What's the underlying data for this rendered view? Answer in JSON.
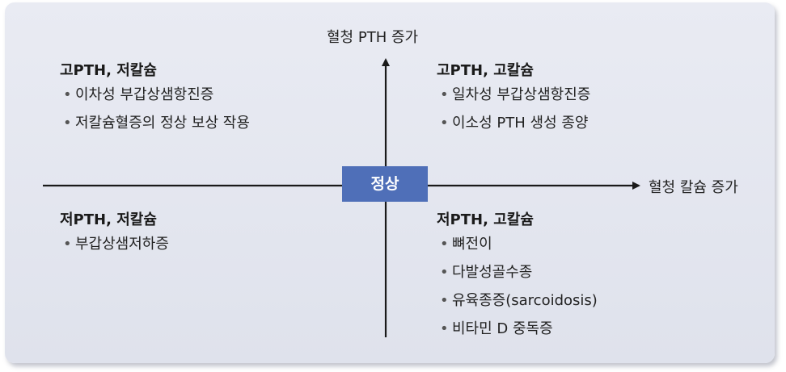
{
  "axes": {
    "y_label": "혈청 PTH 증가",
    "x_label": "혈청 칼슘 증가"
  },
  "center": {
    "label": "정상"
  },
  "quadrants": {
    "top_left": {
      "title": "고PTH, 저칼슘",
      "items": [
        "이차성 부갑상샘항진증",
        "저칼슘혈증의 정상 보상 작용"
      ]
    },
    "top_right": {
      "title": "고PTH, 고칼슘",
      "items": [
        "일차성 부갑상샘항진증",
        "이소성 PTH 생성 종양"
      ]
    },
    "bottom_left": {
      "title": "저PTH, 저칼슘",
      "items": [
        "부갑상샘저하증"
      ]
    },
    "bottom_right": {
      "title": "저PTH, 고칼슘",
      "items": [
        "뼈전이",
        "다발성골수종",
        "유육종증(sarcoidosis)",
        "비타민 D 중독증"
      ]
    }
  },
  "colors": {
    "center_box": "#4f6fb8",
    "axis": "#1a1a1a",
    "background": "#e4e7f0"
  }
}
